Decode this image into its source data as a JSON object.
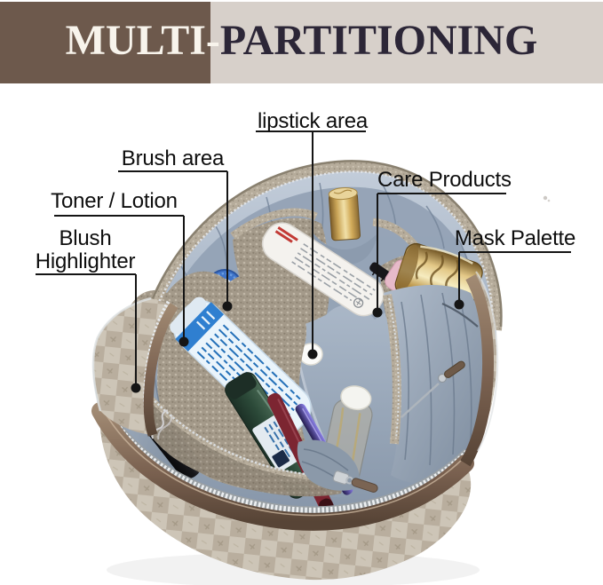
{
  "header": {
    "title_left": "MULTI-",
    "title_right": "PARTITIONING"
  },
  "callouts": {
    "lipstick": "lipstick area",
    "brush": "Brush area",
    "toner": "Toner / Lotion",
    "blush_line1": "Blush",
    "blush_line2": "Highlighter",
    "care": "Care Products",
    "mask": "Mask Palette"
  },
  "palette": {
    "banner_brown": "#6d594c",
    "banner_light": "#d7d0ca",
    "title_light_text": "#f8f4ec",
    "title_dark_text": "#2c2637",
    "callout_text": "#0e0e0e",
    "leader_line": "#151515",
    "bag_shell_checker_light": "#cdc5b7",
    "bag_shell_checker_dark": "#b9ae9e",
    "bag_trim_brown": "#7a6150",
    "bag_lining_blue_gray": "#a3b1c2",
    "bag_mesh_taupe": "#a99f8f",
    "zipper_silver": "#e8ebee",
    "gold_accent": "#d4af5e"
  }
}
